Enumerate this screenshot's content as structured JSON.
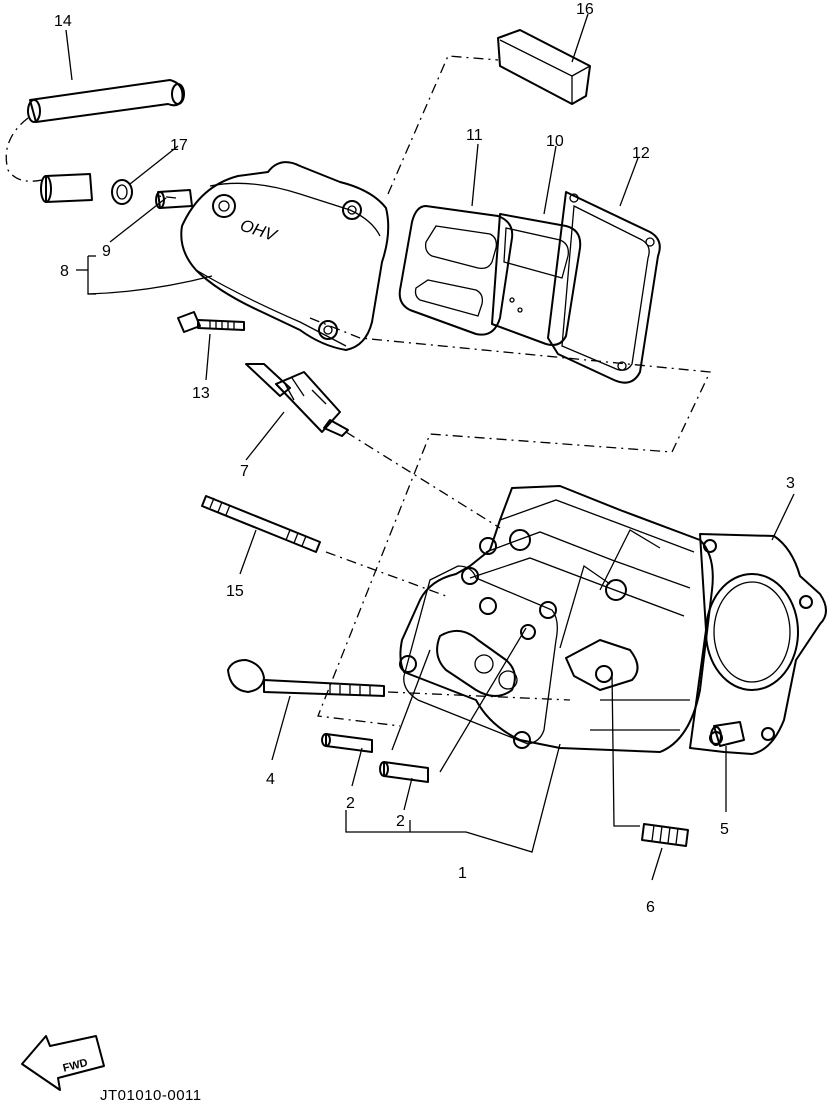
{
  "diagram": {
    "callouts": [
      {
        "id": "c1",
        "label": "1"
      },
      {
        "id": "c2a",
        "label": "2"
      },
      {
        "id": "c2b",
        "label": "2"
      },
      {
        "id": "c3",
        "label": "3"
      },
      {
        "id": "c4",
        "label": "4"
      },
      {
        "id": "c5",
        "label": "5"
      },
      {
        "id": "c6",
        "label": "6"
      },
      {
        "id": "c7",
        "label": "7"
      },
      {
        "id": "c8",
        "label": "8"
      },
      {
        "id": "c9",
        "label": "9"
      },
      {
        "id": "c10",
        "label": "10"
      },
      {
        "id": "c11",
        "label": "11"
      },
      {
        "id": "c12",
        "label": "12"
      },
      {
        "id": "c13",
        "label": "13"
      },
      {
        "id": "c14",
        "label": "14"
      },
      {
        "id": "c15",
        "label": "15"
      },
      {
        "id": "c16",
        "label": "16"
      },
      {
        "id": "c17",
        "label": "17"
      }
    ],
    "cover_stamp": "OHV",
    "fwd_label": "FWD",
    "drawing_code": "JT01010-0011"
  }
}
